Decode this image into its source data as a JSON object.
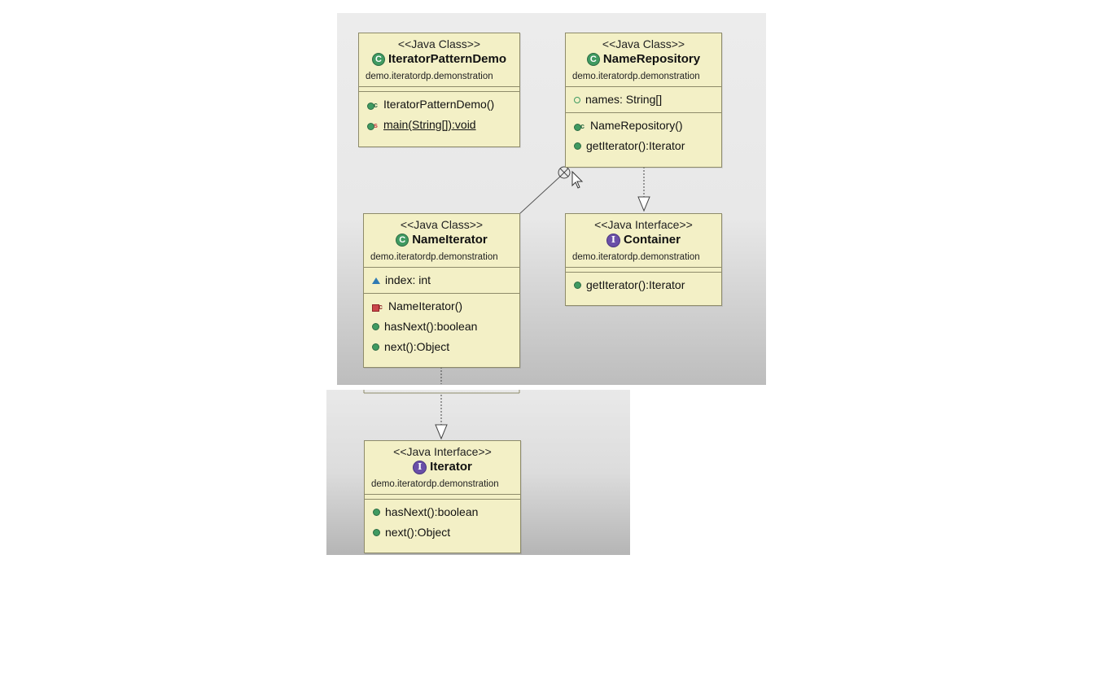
{
  "classes": {
    "iterator_pattern_demo": {
      "stereotype": "<<Java Class>>",
      "name": "IteratorPatternDemo",
      "package": "demo.iteratordp.demonstration",
      "methods": [
        "IteratorPatternDemo()",
        "main(String[]):void"
      ]
    },
    "name_repository": {
      "stereotype": "<<Java Class>>",
      "name": "NameRepository",
      "package": "demo.iteratordp.demonstration",
      "fields": [
        "names: String[]"
      ],
      "methods": [
        "NameRepository()",
        "getIterator():Iterator"
      ]
    },
    "name_iterator": {
      "stereotype": "<<Java Class>>",
      "name": "NameIterator",
      "package": "demo.iteratordp.demonstration",
      "fields": [
        "index: int"
      ],
      "methods": [
        "NameIterator()",
        "hasNext():boolean",
        "next():Object"
      ]
    },
    "container": {
      "stereotype": "<<Java Interface>>",
      "name": "Container",
      "package": "demo.iteratordp.demonstration",
      "methods": [
        "getIterator():Iterator"
      ]
    },
    "iterator": {
      "stereotype": "<<Java Interface>>",
      "name": "Iterator",
      "package": "demo.iteratordp.demonstration",
      "methods": [
        "hasNext():boolean",
        "next():Object"
      ]
    }
  },
  "icons": {
    "class_icon_letter": "C",
    "interface_icon_letter": "I",
    "constructor_marker": "c",
    "static_marker": "s"
  },
  "colors": {
    "box_fill": "#f3f0c6",
    "box_border": "#8e8b6a",
    "class_icon": "#3f9a61",
    "interface_icon": "#6a4fa8"
  }
}
